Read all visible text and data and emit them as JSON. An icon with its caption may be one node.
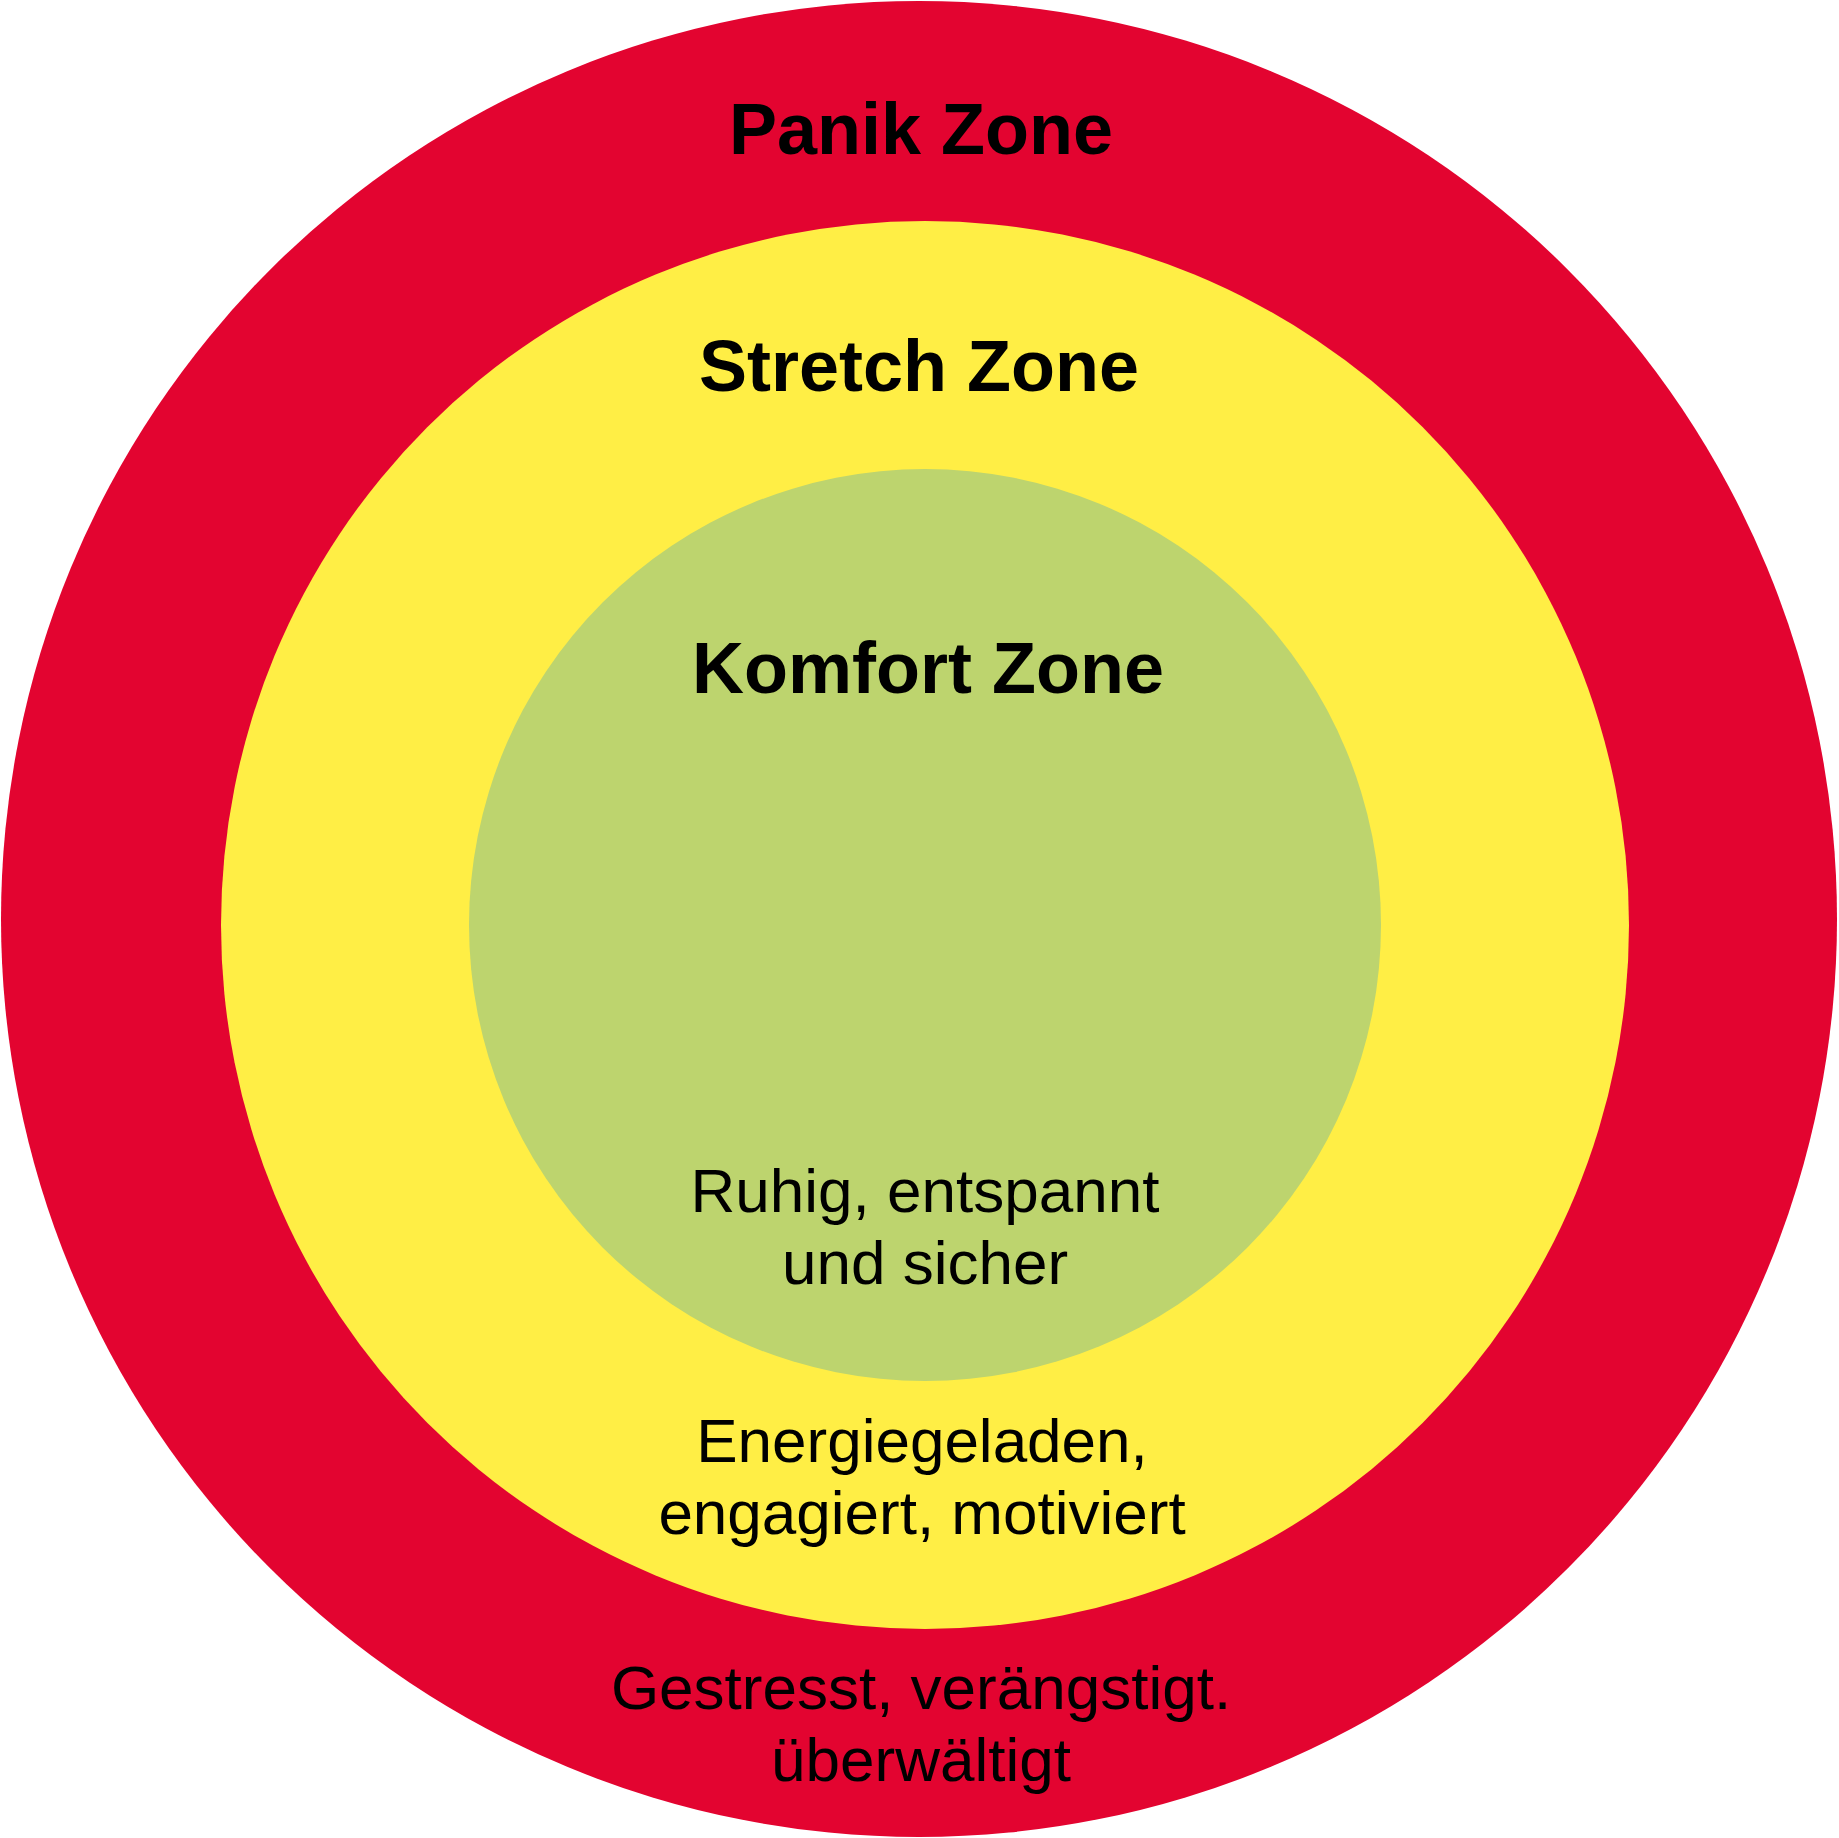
{
  "diagram": {
    "nodes": [
      {
        "text": [
          "Panik Zone",
          "Gestresst, verängstigt. überwältigt"
        ]
      },
      {
        "text": [
          "Stretch Zone",
          "Energiegeladen, engagiert, motiviert"
        ],
        "in": 0
      },
      {
        "text": [
          "Komfort Zone",
          "Ruhig, entspannt und sicher"
        ],
        "in": 1
      }
    ]
  }
}
